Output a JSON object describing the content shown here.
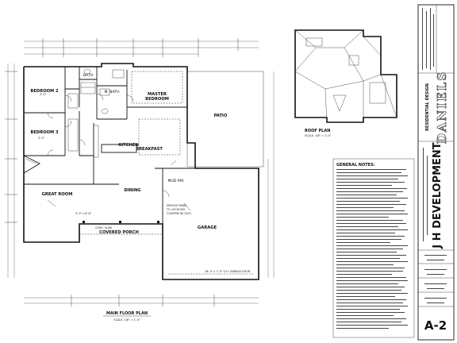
{
  "floor_plan": {
    "title": "MAIN FLOOR PLAN",
    "rooms": {
      "bedroom2": "BEDROOM 2",
      "bath": "BATH",
      "mbath": "M. BATH",
      "master": "MASTER\nBEDROOM",
      "bedroom3": "BEDROOM 3",
      "kitchen": "KITCHEN",
      "breakfast": "BREAKFAST",
      "great_room": "GREAT ROOM",
      "dining": "DINING",
      "mud_rm": "MUD RM.",
      "covered_porch": "COVERED PORCH",
      "garage": "GARAGE",
      "patio": "PATIO"
    }
  },
  "roof_plan": {
    "title": "ROOF PLAN"
  },
  "general_notes": {
    "title": "GENERAL NOTES:"
  },
  "title_block": {
    "firm_main": "DANIELS",
    "firm_sub": "RESIDENTIAL DESIGN",
    "project_name": "J H DEVELOPMENT",
    "sheet_number": "A-2"
  }
}
